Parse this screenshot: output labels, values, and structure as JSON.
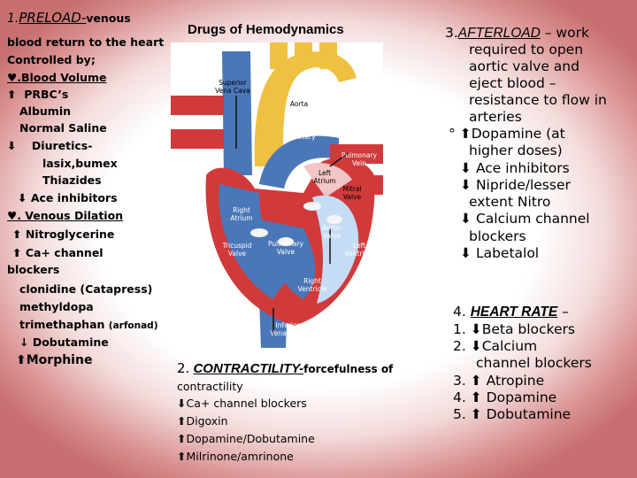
{
  "left": {
    "preload_num": "1.",
    "preload_title": "PRELOAD-",
    "preload_tail": "venous",
    "lines": [
      "blood return to the heart",
      "Controlled by;",
      "♥.Blood Volume",
      "PRBC’s",
      "Albumin",
      "Normal Saline",
      "Diuretics-",
      "lasix,bumex",
      "Thiazides",
      "Ace inhibitors",
      "♥. Venous Dilation",
      "Nitroglycerine",
      "Ca+ channel",
      "blockers",
      "clonidine (Catapress)",
      "methyldopa",
      "trimethaphan",
      "(arfonad)",
      "↓ Dobutamine",
      "Morphine"
    ]
  },
  "center": {
    "title": "Drugs of Hemodynamics",
    "diagram_labels": {
      "superior_vena_cava": "Superior Vena Cava",
      "aorta": "Aorta",
      "pulmonary_artery": "Pulmonary Artery",
      "pulmonary_vein": "Pulmonary Vein",
      "left_atrium": "Left Atrium",
      "mitral_valve": "Mitral Valve",
      "right_atrium": "Right Atrium",
      "aortic_valve": "Aortic Valve",
      "left_ventricle": "Left Ventricle",
      "tricuspid_valve": "Tricuspid Valve",
      "pulmonary_valve": "Pulmonary Valve",
      "right_ventricle": "Right Ventricle",
      "inferior_vena_cava": "Inferior Vena Cava"
    }
  },
  "bottom": {
    "contractility_num": "2.",
    "contractility_title": "CONTRACTILITY-",
    "contractility_tail": "forcefulness of",
    "lines": [
      "contractility",
      "Ca+ channel blockers",
      "Digoxin",
      "Dopamine/Dobutamine",
      "Milrinone/amrinone"
    ]
  },
  "right": {
    "afterload_num": "3.",
    "afterload_title": "AFTERLOAD",
    "afterload_tail": " – work",
    "lines": [
      "required to open",
      "aortic valve and",
      "eject blood –",
      "resistance to flow in",
      "arteries",
      "Dopamine (at",
      "higher doses)",
      "Ace inhibitors",
      "Nipride/lesser",
      "extent Nitro",
      "Calcium channel",
      "blockers",
      "Labetalol"
    ],
    "hr_num": "4.",
    "hr_title": "HEART RATE",
    "hr_tail": " –",
    "hr_items": [
      {
        "num": "1.",
        "text": "Beta blockers"
      },
      {
        "num": "2.",
        "text": "Calcium"
      },
      {
        "num": "",
        "text": "channel blockers"
      },
      {
        "num": "3.",
        "text": "Atropine"
      },
      {
        "num": "4.",
        "text": "Dopamine"
      },
      {
        "num": "5.",
        "text": "Dobutamine"
      }
    ]
  },
  "colors": {
    "red": "#d03a3a",
    "blue": "#4a77b8",
    "yellow": "#f0c040"
  }
}
